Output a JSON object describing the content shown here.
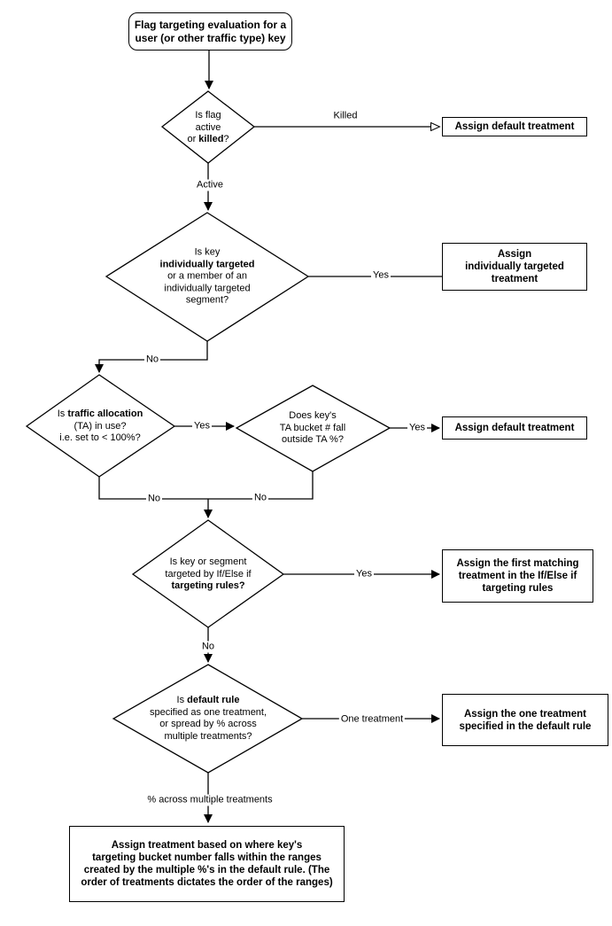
{
  "title": "Flag targeting evaluation flowchart",
  "colors": {
    "line": "#000000",
    "node_fill": "#ffffff",
    "text": "#000000",
    "background": "#ffffff"
  },
  "start": {
    "line1": "Flag targeting evaluation for a",
    "line2": "user (or other traffic type) key"
  },
  "decisions": {
    "flag_status": {
      "l1": "Is flag",
      "l2": "active",
      "l3_pre": "or ",
      "l3_bold": "killed",
      "l3_post": "?"
    },
    "individual_targeting": {
      "l1": "Is key",
      "l2_bold": "individually targeted",
      "l3": "or a member of an",
      "l4": "individually targeted",
      "l5": "segment?"
    },
    "traffic_allocation": {
      "l1_pre": "Is ",
      "l1_bold": "traffic allocation",
      "l2": "(TA) in use?",
      "l3": "i.e. set to < 100%?"
    },
    "ta_bucket": {
      "l1": "Does key's",
      "l2": "TA bucket # fall",
      "l3": "outside TA %?"
    },
    "targeting_rules": {
      "l1": "Is key or segment",
      "l2": "targeted by If/Else if",
      "l3_bold": "targeting rules?"
    },
    "default_rule": {
      "l1_pre": "Is ",
      "l1_bold": "default rule",
      "l2": "specified as one treatment,",
      "l3": "or spread by % across",
      "l4": "multiple treatments?"
    }
  },
  "outcomes": {
    "default_treatment_1": "Assign default treatment",
    "individually_targeted": {
      "l1": "Assign",
      "l2": "individually targeted",
      "l3": "treatment"
    },
    "default_treatment_2": "Assign default treatment",
    "first_matching": {
      "l1": "Assign the first matching",
      "l2": "treatment in the If/Else if",
      "l3": "targeting rules"
    },
    "one_treatment": {
      "l1": "Assign the one treatment",
      "l2": "specified in the default rule"
    },
    "bucket_ranges": {
      "l1": "Assign treatment based on where key's",
      "l2": "targeting bucket number falls within the ranges",
      "l3": "created by the multiple %'s in the default rule. (The",
      "l4": "order of treatments dictates the order of the ranges)"
    }
  },
  "edge_labels": {
    "killed": "Killed",
    "active": "Active",
    "yes_individual": "Yes",
    "no_individual": "No",
    "yes_ta": "Yes",
    "yes_bucket": "Yes",
    "no_ta": "No",
    "no_bucket": "No",
    "yes_rules": "Yes",
    "no_rules": "No",
    "one_treatment": "One treatment",
    "pct_multiple": "% across multiple treatments"
  }
}
